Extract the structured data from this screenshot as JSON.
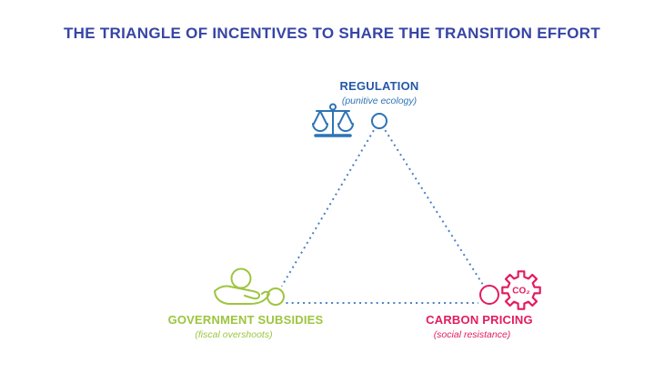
{
  "title": "THE TRIANGLE OF INCENTIVES TO SHARE THE TRANSITION EFFORT",
  "colors": {
    "title_blue": "#3645A5",
    "regulation_blue": "#2458A8",
    "regulation_icon_blue": "#2E74B5",
    "subsidies_green": "#9DC540",
    "carbon_pink": "#E31C5F",
    "dotted_line_blue": "#4A7FC4",
    "background": "#ffffff"
  },
  "nodes": {
    "regulation": {
      "label": "REGULATION",
      "sublabel": "(punitive ecology)",
      "icon": "scales-of-justice-icon",
      "position": "top"
    },
    "government_subsidies": {
      "label": "GOVERNMENT SUBSIDIES",
      "sublabel": "(fiscal overshoots)",
      "icon": "hand-offering-icon",
      "position": "bottom-left"
    },
    "carbon_pricing": {
      "label": "CARBON PRICING",
      "sublabel": "(social resistance)",
      "icon": "co2-gear-icon",
      "icon_text": "CO₂",
      "position": "bottom-right"
    }
  },
  "edges": [
    {
      "from": "regulation",
      "to": "government_subsidies",
      "style": "dotted"
    },
    {
      "from": "regulation",
      "to": "carbon_pricing",
      "style": "dotted"
    },
    {
      "from": "government_subsidies",
      "to": "carbon_pricing",
      "style": "dotted"
    }
  ]
}
